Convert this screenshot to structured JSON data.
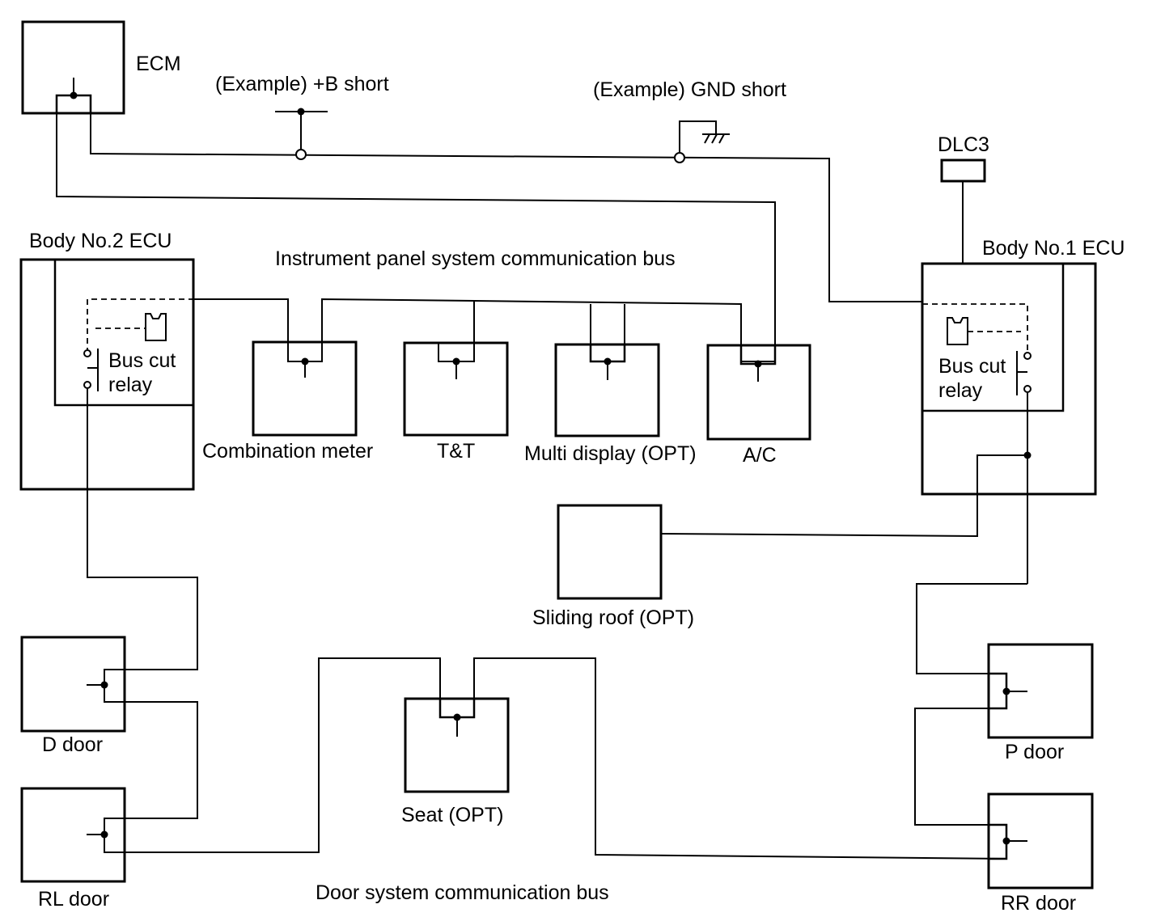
{
  "ecm": {
    "label": "ECM"
  },
  "shorts": {
    "b_short": "(Example) +B short",
    "gnd_short": "(Example) GND short"
  },
  "dlc3": {
    "label": "DLC3"
  },
  "body2": {
    "label": "Body No.2 ECU",
    "relay_line1": "Bus cut",
    "relay_line2": "relay"
  },
  "body1": {
    "label": "Body No.1 ECU",
    "relay_line1": "Bus cut",
    "relay_line2": "relay"
  },
  "buses": {
    "instrument": "Instrument panel system communication bus",
    "door": "Door system communication bus"
  },
  "instrument_nodes": {
    "combination_meter": "Combination meter",
    "tt": "T&T",
    "multi_display": "Multi display (OPT)",
    "ac": "A/C"
  },
  "sliding_roof": {
    "label": "Sliding roof (OPT)"
  },
  "seat": {
    "label": "Seat (OPT)"
  },
  "doors": {
    "d": "D door",
    "rl": "RL door",
    "p": "P door",
    "rr": "RR door"
  }
}
